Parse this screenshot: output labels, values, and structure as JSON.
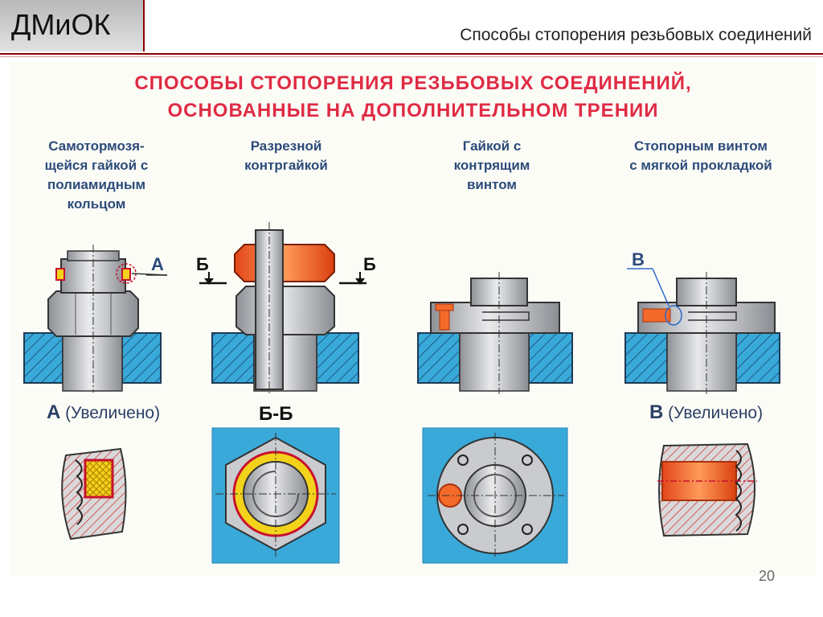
{
  "header": {
    "brand": "ДМиОК",
    "title": "Способы стопорения резьбовых соединений"
  },
  "poster": {
    "title_line1": "СПОСОБЫ СТОПОРЕНИЯ РЕЗЬБОВЫХ СОЕДИНЕНИЙ,",
    "title_line2": "ОСНОВАННЫЕ НА ДОПОЛНИТЕЛЬНОМ ТРЕНИИ",
    "columns": [
      {
        "lines": [
          "Самотормозя-",
          "щейся гайкой с",
          "полиамидным",
          "кольцом"
        ]
      },
      {
        "lines": [
          "Разрезной",
          "контргайкой"
        ]
      },
      {
        "lines": [
          "Гайкой с",
          "контрящим",
          "винтом"
        ]
      },
      {
        "lines": [
          "Стопорным винтом",
          "с мягкой прокладкой"
        ]
      }
    ],
    "markers": {
      "a": "А",
      "b": "Б",
      "v": "В"
    },
    "detail_labels": {
      "a_letter": "А",
      "a_text": " (Увеличено)",
      "bb": "Б-Б",
      "v_letter": "В",
      "v_text": " (Увеличено)"
    }
  },
  "slide_number": "20",
  "colors": {
    "title": "#e02b44",
    "heading": "#2c4b7a",
    "cyan": "#39a9d9",
    "orange": "#f46a2a",
    "yellow": "#f2d21a",
    "steel": "#c9cbcf"
  }
}
